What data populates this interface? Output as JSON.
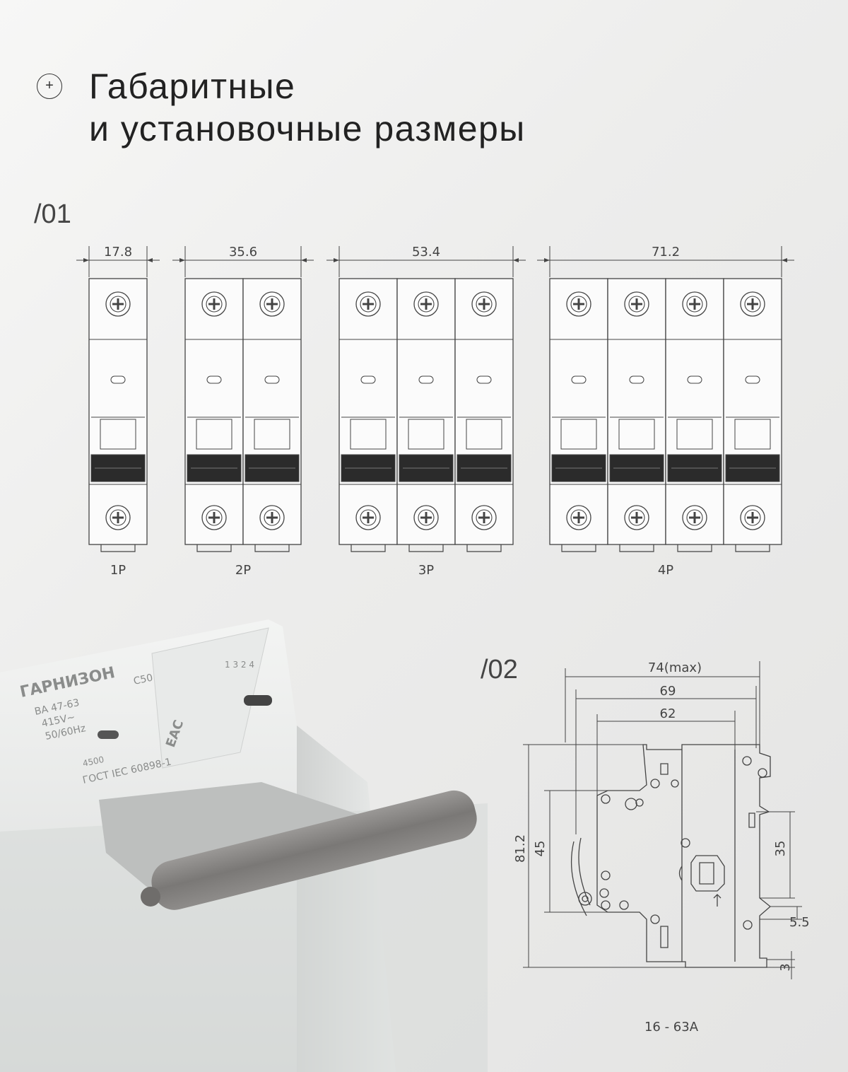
{
  "title": {
    "line1": "Габаритные",
    "line2": "и установочные размеры"
  },
  "plus_icon": "+",
  "section1": {
    "label": "/01",
    "modules": [
      {
        "width": "17.8",
        "label": "1P",
        "poles": 1
      },
      {
        "width": "35.6",
        "label": "2P",
        "poles": 2
      },
      {
        "width": "53.4",
        "label": "3P",
        "poles": 3
      },
      {
        "width": "71.2",
        "label": "4P",
        "poles": 4
      }
    ]
  },
  "section2": {
    "label": "/02",
    "dims": {
      "d74": "74(max)",
      "d69": "69",
      "d62": "62",
      "d81": "81.2",
      "d45": "45",
      "d35": "35",
      "d55": "5.5",
      "d3": "3"
    },
    "current_range": "16 - 63A"
  },
  "product": {
    "brand": "ГАРНИЗОН",
    "model": "ВА 47-63",
    "rating": "C50",
    "voltage": "415V~",
    "freq": "50/60Hz",
    "capacity": "4500",
    "standard": "ГОСТ IEC 60898-1",
    "cert": "EAC",
    "terminals": "1 3 2 4"
  },
  "colors": {
    "line": "#444444",
    "body": "#e9ebea",
    "handle": "#8a8886"
  }
}
